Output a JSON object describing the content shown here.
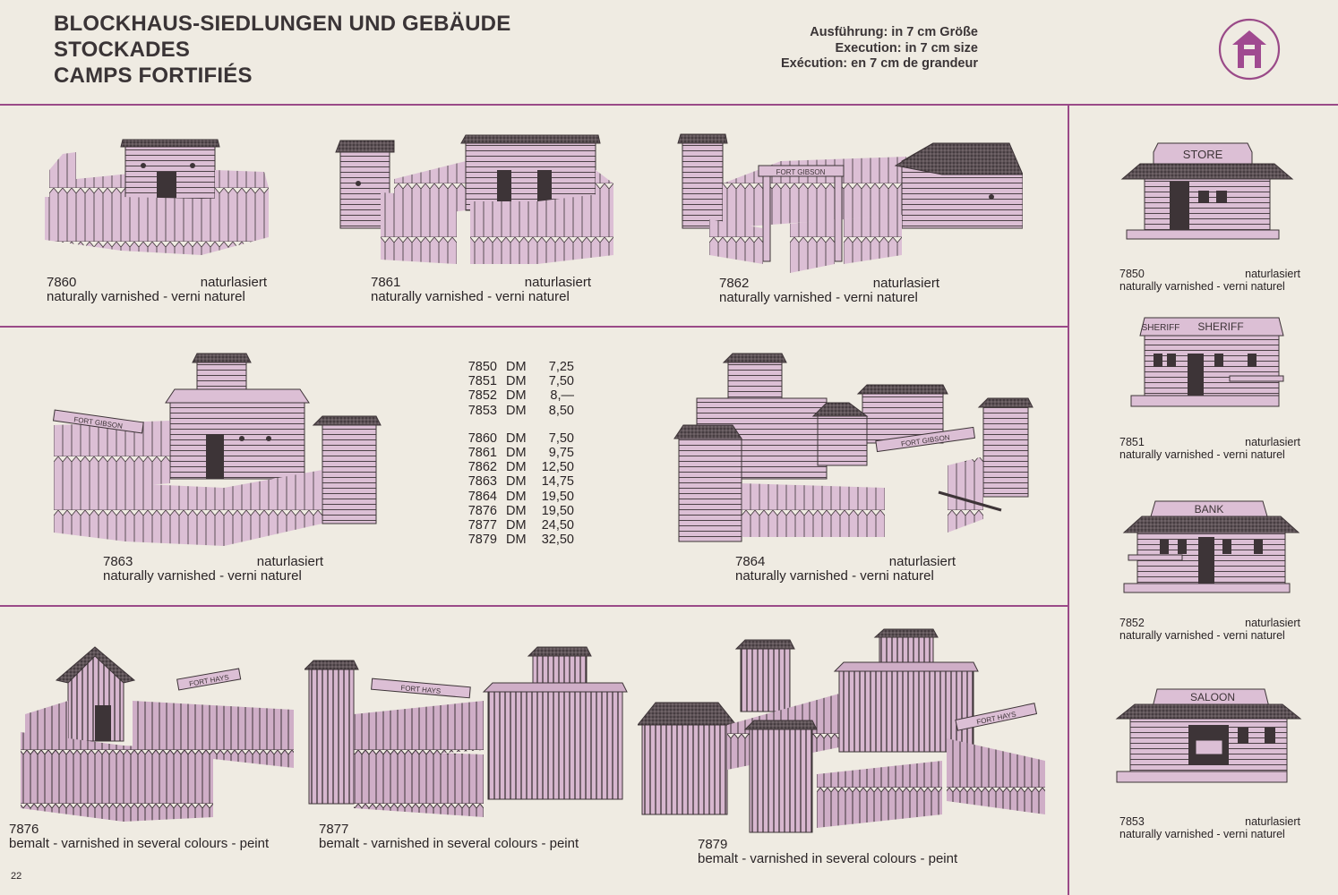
{
  "header": {
    "title_lines": [
      "BLOCKHAUS-SIEDLUNGEN UND GEBÄUDE",
      "STOCKADES",
      "CAMPS FORTIFIÉS"
    ],
    "execution_lines": [
      "Ausführung:  in 7 cm Größe",
      "Execution:  in 7 cm size",
      "Exécution:  en 7 cm de grandeur"
    ]
  },
  "products": {
    "p7860": {
      "code": "7860",
      "type": "naturlasiert",
      "desc": "naturally varnished - verni naturel"
    },
    "p7861": {
      "code": "7861",
      "type": "naturlasiert",
      "desc": "naturally varnished - verni naturel"
    },
    "p7862": {
      "code": "7862",
      "type": "naturlasiert",
      "desc": "naturally varnished - verni naturel"
    },
    "p7863": {
      "code": "7863",
      "type": "naturlasiert",
      "desc": "naturally varnished - verni naturel"
    },
    "p7864": {
      "code": "7864",
      "type": "naturlasiert",
      "desc": "naturally varnished - verni naturel"
    },
    "p7876": {
      "code": "7876",
      "desc": "bemalt - varnished in several colours - peint"
    },
    "p7877": {
      "code": "7877",
      "desc": "bemalt - varnished in several colours - peint"
    },
    "p7879": {
      "code": "7879",
      "desc": "bemalt - varnished in several colours - peint"
    },
    "p7850": {
      "code": "7850",
      "type": "naturlasiert",
      "desc": "naturally varnished - verni naturel"
    },
    "p7851": {
      "code": "7851",
      "type": "naturlasiert",
      "desc": "naturally varnished - verni naturel"
    },
    "p7852": {
      "code": "7852",
      "type": "naturlasiert",
      "desc": "naturally varnished - verni naturel"
    },
    "p7853": {
      "code": "7853",
      "type": "naturlasiert",
      "desc": "naturally varnished - verni naturel"
    }
  },
  "building_signs": {
    "store": "STORE",
    "sheriff": "SHERIFF",
    "bank": "BANK",
    "saloon": "SALOON",
    "fort_gibson": "FORT GIBSON",
    "fort_hays": "FORT HAYS"
  },
  "prices": {
    "group1": [
      {
        "code": "7850",
        "cur": "DM",
        "amt": "7,25"
      },
      {
        "code": "7851",
        "cur": "DM",
        "amt": "7,50"
      },
      {
        "code": "7852",
        "cur": "DM",
        "amt": "8,—"
      },
      {
        "code": "7853",
        "cur": "DM",
        "amt": "8,50"
      }
    ],
    "group2": [
      {
        "code": "7860",
        "cur": "DM",
        "amt": "7,50"
      },
      {
        "code": "7861",
        "cur": "DM",
        "amt": "9,75"
      },
      {
        "code": "7862",
        "cur": "DM",
        "amt": "12,50"
      },
      {
        "code": "7863",
        "cur": "DM",
        "amt": "14,75"
      },
      {
        "code": "7864",
        "cur": "DM",
        "amt": "19,50"
      },
      {
        "code": "7876",
        "cur": "DM",
        "amt": "19,50"
      },
      {
        "code": "7877",
        "cur": "DM",
        "amt": "24,50"
      },
      {
        "code": "7879",
        "cur": "DM",
        "amt": "32,50"
      }
    ]
  },
  "page_number": "22",
  "colors": {
    "pink": "#dcbfd5",
    "dark": "#3d3437",
    "rule": "#9a4a88",
    "paper": "#efebe2"
  }
}
